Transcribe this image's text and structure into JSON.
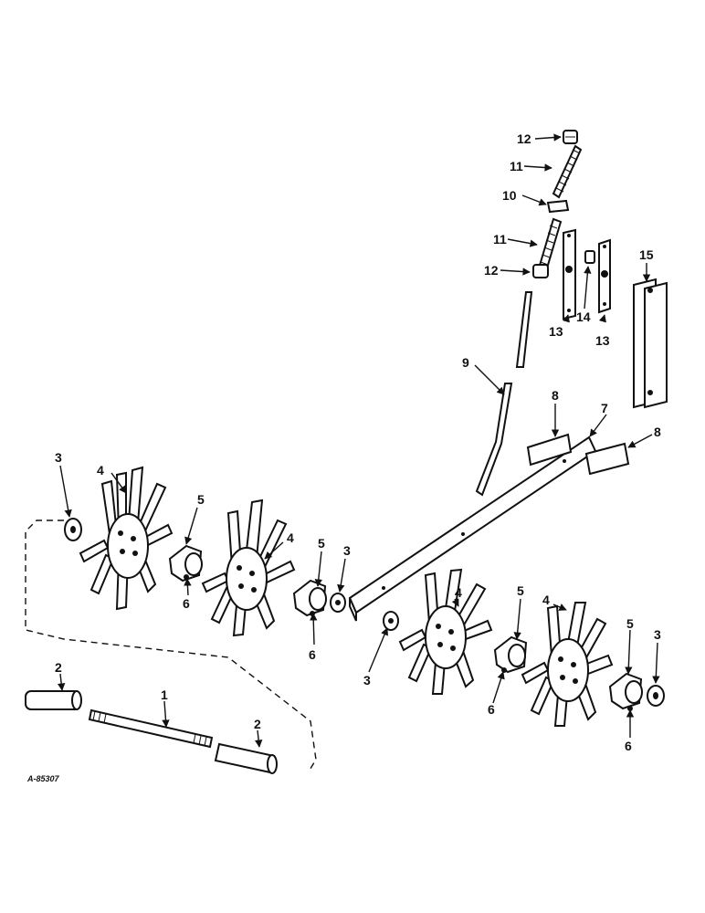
{
  "drawing_id": "A-85307",
  "callouts": [
    "12",
    "11",
    "10",
    "11",
    "12",
    "13",
    "14",
    "13",
    "15",
    "9",
    "8",
    "7",
    "8",
    "3",
    "4",
    "5",
    "4",
    "5",
    "3",
    "6",
    "6",
    "4",
    "5",
    "4",
    "3",
    "5",
    "3",
    "6",
    "6",
    "2",
    "1",
    "2"
  ],
  "colors": {
    "ink": "#111111",
    "paper": "#ffffff"
  }
}
